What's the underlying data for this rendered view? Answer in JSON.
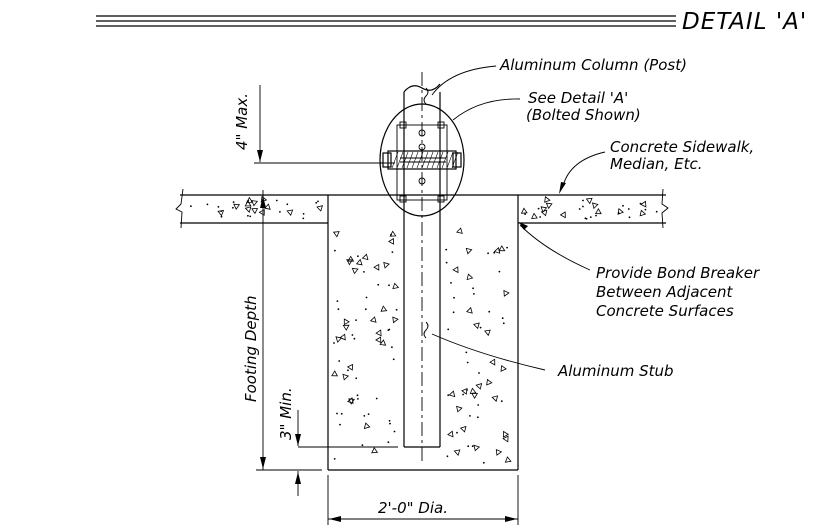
{
  "title": "DETAIL 'A'",
  "labels": {
    "column": "Aluminum Column (Post)",
    "see_detail_1": "See Detail 'A'",
    "see_detail_2": "(Bolted Shown)",
    "sidewalk_1": "Concrete Sidewalk,",
    "sidewalk_2": "Median, Etc.",
    "bond_1": "Provide Bond Breaker",
    "bond_2": "Between Adjacent",
    "bond_3": "Concrete Surfaces",
    "stub": "Aluminum Stub",
    "max_dim": "4\" Max.",
    "footing_depth": "Footing Depth",
    "min_dim": "3\" Min.",
    "diameter": "2'-0\" Dia."
  }
}
